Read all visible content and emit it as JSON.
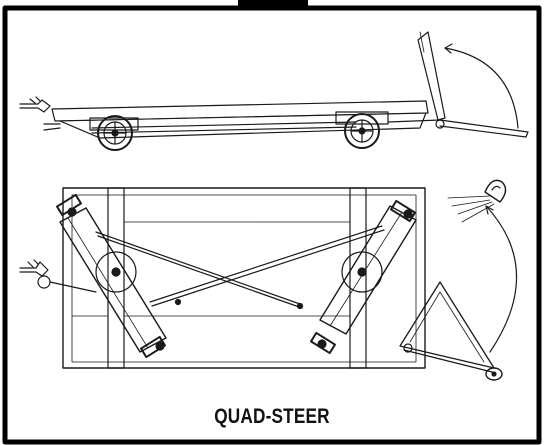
{
  "figure": {
    "caption": "QUAD-STEER",
    "colors": {
      "line": "#1a1a1a",
      "frame": "#000000",
      "background": "#ffffff"
    },
    "views": [
      {
        "id": "side-view",
        "icon": "trailer-side-elevation"
      },
      {
        "id": "top-view",
        "icon": "trailer-plan-view-steering-linkage"
      }
    ],
    "motion_arrows": [
      "tow-bar-raise-arc",
      "tow-bar-swing-arc"
    ]
  }
}
